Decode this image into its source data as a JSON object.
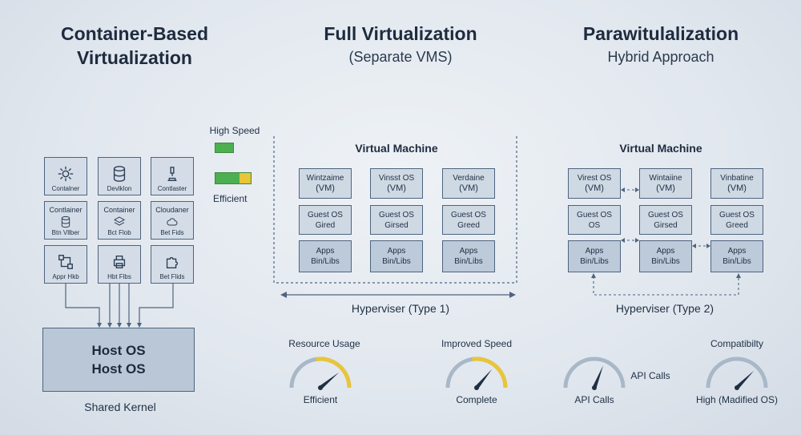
{
  "columns": [
    {
      "title_line1": "Container-Based",
      "title_line2": "Virtualization"
    },
    {
      "title": "Full Virtualization",
      "subtitle": "(Separate VMS)"
    },
    {
      "title": "Parawitulalization",
      "subtitle": "Hybrid Approach"
    }
  ],
  "legend": {
    "high_speed": "High Speed",
    "efficient": "Efficient",
    "green": "#4caf50",
    "yellow": "#e8c53a"
  },
  "container": {
    "cells": [
      {
        "icon": "gear-icon",
        "label": "Contalner"
      },
      {
        "icon": "database-icon",
        "label": "Devlklon"
      },
      {
        "icon": "microscope-icon",
        "label": "Contlaster"
      },
      {
        "title": "Contlainer",
        "icon": "database-icon",
        "label": "Btn Vllber"
      },
      {
        "title": "Container",
        "icon": "stack-icon",
        "label": "Bct Flob"
      },
      {
        "title": "Cloudaner",
        "icon": "cloud-icon",
        "label": "Bet Fids"
      },
      {
        "icon": "network-icon",
        "label": "Appr Hkb"
      },
      {
        "icon": "printer-icon",
        "label": "Hbt Flbs"
      },
      {
        "icon": "puzzle-icon",
        "label": "Bet Flids"
      }
    ],
    "host_line1": "Host OS",
    "host_line2": "Host OS",
    "kernel_label": "Shared Kernel"
  },
  "full": {
    "vm_title": "Virtual Machine",
    "vms": [
      {
        "top_l1": "Wintzaime",
        "top_l2": "(VM)",
        "mid_l1": "Guest OS",
        "mid_l2": "Gired",
        "bot_l1": "Apps",
        "bot_l2": "Bin/Libs"
      },
      {
        "top_l1": "Vinsst OS",
        "top_l2": "(VM)",
        "mid_l1": "Guest OS",
        "mid_l2": "Girsed",
        "bot_l1": "Apps",
        "bot_l2": "Bin/Libs"
      },
      {
        "top_l1": "Verdaine",
        "top_l2": "(VM)",
        "mid_l1": "Guest OS",
        "mid_l2": "Greed",
        "bot_l1": "Apps",
        "bot_l2": "Bin/Libs"
      }
    ],
    "hypervisor": "Hyperviser (Type 1)"
  },
  "para": {
    "vm_title": "Virtual Machine",
    "vms": [
      {
        "top_l1": "Virest OS",
        "top_l2": "(VM)",
        "mid_l1": "Guest OS",
        "mid_l2": "OS",
        "bot_l1": "Apps",
        "bot_l2": "Bin/Libs"
      },
      {
        "top_l1": "Wintaiine",
        "top_l2": "(VM)",
        "mid_l1": "Guest OS",
        "mid_l2": "Girsed",
        "bot_l1": "Apps",
        "bot_l2": "Bin/Libs"
      },
      {
        "top_l1": "Vinbatine",
        "top_l2": "(VM)",
        "mid_l1": "Guest OS",
        "mid_l2": "Greed",
        "bot_l1": "Apps",
        "bot_l2": "Bin/Libs"
      }
    ],
    "hypervisor": "Hyperviser (Type 2)"
  },
  "gauges": [
    {
      "title": "Resource Usage",
      "bottom": "Efficient",
      "level": 0.78,
      "has_yellow": true
    },
    {
      "title": "Improved Speed",
      "bottom": "Complete",
      "level": 0.72,
      "has_yellow": true
    },
    {
      "side": "API Calls",
      "bottom": "API Calls",
      "level": 0.62,
      "has_yellow": false
    },
    {
      "title": "Compatibilty",
      "bottom": "High (Madified OS)",
      "level": 0.75,
      "has_yellow": false
    }
  ]
}
